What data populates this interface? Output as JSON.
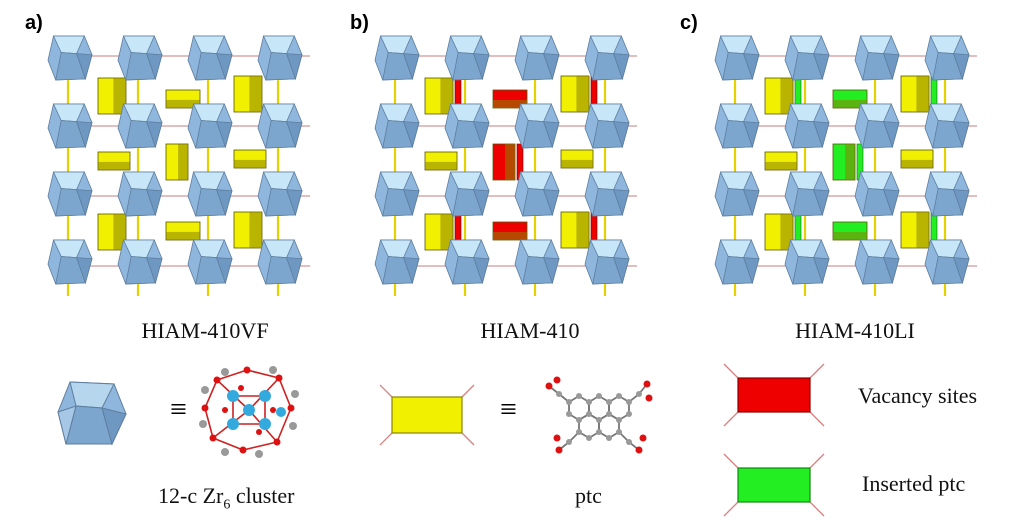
{
  "panels": [
    {
      "id": "a",
      "label": "a)",
      "caption": "HIAM-410VF",
      "variant": "vf"
    },
    {
      "id": "b",
      "label": "b)",
      "caption": "HIAM-410",
      "variant": "std"
    },
    {
      "id": "c",
      "label": "c)",
      "caption": "HIAM-410LI",
      "variant": "li"
    }
  ],
  "legend": {
    "equiv_symbol": "≡",
    "cluster_prefix": "12-c Zr",
    "cluster_sub": "6",
    "cluster_suffix": " cluster",
    "linker_label": "ptc",
    "vacancy_label": "Vacancy sites",
    "inserted_label": "Inserted ptc"
  },
  "colors": {
    "cluster_fill": "#8fb6dc",
    "cluster_light": "#c7e6f8",
    "linker_yellow": "#f0f000",
    "linker_dark": "#8a8400",
    "vacancy_red": "#ee0000",
    "inserted_green": "#22ee22",
    "connector_pink": "#d98080",
    "atom_red": "#dd1111",
    "atom_blue": "#33aadd",
    "atom_grey": "#999999"
  }
}
